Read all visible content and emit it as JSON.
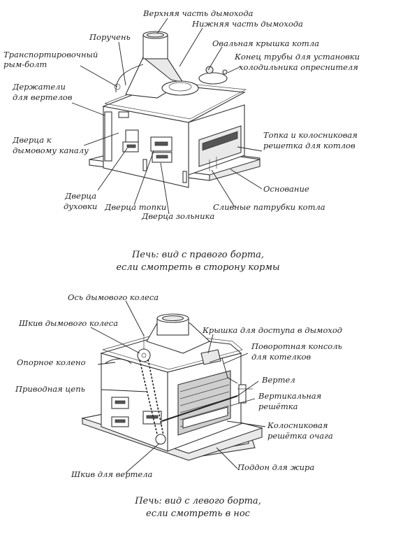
{
  "figure1": {
    "labels": {
      "upper_chimney": "Верхняя часть дымохода",
      "lower_chimney": "Нижняя часть дымохода",
      "handrail": "Поручень",
      "oval_lid": "Овальная крышка котла",
      "lifting_eye_1": "Транспортировочный",
      "lifting_eye_2": "рым-болт",
      "pipe_end_1": "Конец трубы для установки",
      "pipe_end_2": "холодильника опреснителя",
      "spit_holders_1": "Держатели",
      "spit_holders_2": "для вертелов",
      "flue_door_1": "Дверца к",
      "flue_door_2": "дымовому каналу",
      "firebox_1": "Топка и колосниковая",
      "firebox_2": "решетка для котлов",
      "base": "Основание",
      "oven_door_1": "Дверца",
      "oven_door_2": "духовки",
      "fire_door": "Дверца топки",
      "boiler_drains": "Сливные патрубки котла",
      "ash_door": "Дверца зольника"
    },
    "caption_1": "Печь: вид с правого борта,",
    "caption_2": "если смотреть в сторону кормы"
  },
  "figure2": {
    "labels": {
      "smoke_wheel_axis": "Ось дымового колеса",
      "smoke_wheel_pulley": "Шкив дымового колеса",
      "flue_access_lid": "Крышка для доступа в дымоход",
      "support_knee": "Опорное колено",
      "swing_bracket_1": "Поворотная консоль",
      "swing_bracket_2": "для котелков",
      "drive_chain": "Приводная цепь",
      "spit": "Вертел",
      "vertical_grate_1": "Вертикальная",
      "vertical_grate_2": "решётка",
      "hearth_grate_1": "Колосниковая",
      "hearth_grate_2": "решётка очага",
      "spit_pulley": "Шкив для вертела",
      "drip_tray": "Поддон для жира"
    },
    "caption_1": "Печь: вид с левого борта,",
    "caption_2": "если смотреть в нос"
  }
}
